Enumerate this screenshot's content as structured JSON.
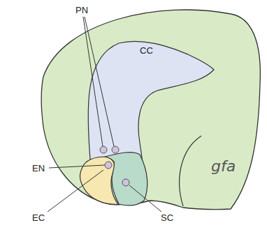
{
  "diagram": {
    "labels": [
      "PN",
      "CC",
      "EN",
      "EC",
      "SC",
      "gfa"
    ]
  }
}
